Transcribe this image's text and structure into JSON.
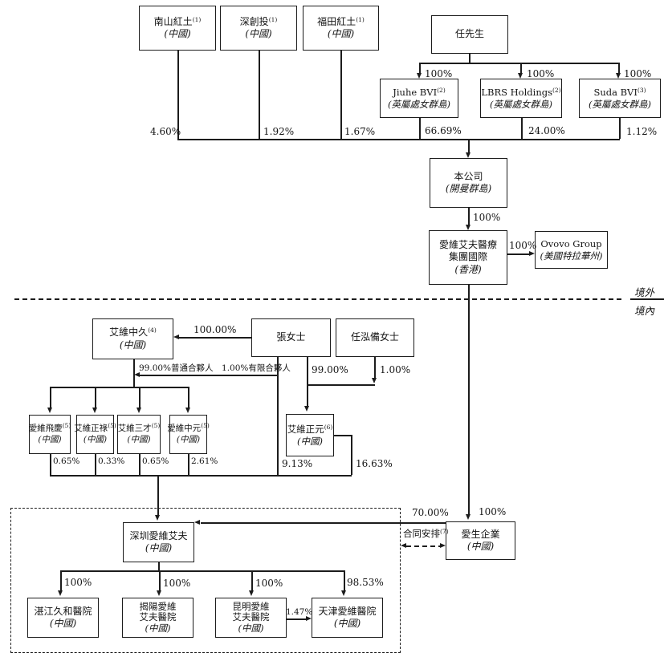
{
  "nodes": {
    "nanshan": {
      "line1": "南山紅土",
      "sup": "(1)",
      "place": "(中國)"
    },
    "scgt": {
      "line1": "深創投",
      "sup": "(1)",
      "place": "(中國)"
    },
    "futian": {
      "line1": "福田紅土",
      "sup": "(1)",
      "place": "(中國)"
    },
    "mr_ren": {
      "line1": "任先生"
    },
    "jiuhe": {
      "line1": "Jiuhe BVI",
      "sup": "(2)",
      "place": "(英屬處女群島)"
    },
    "lbrs": {
      "line1": "LBRS Holdings",
      "sup": "(2)",
      "place": "(英屬處女群島)"
    },
    "suda": {
      "line1": "Suda BVI",
      "sup": "(3)",
      "place": "(英屬處女群島)"
    },
    "company": {
      "line1": "本公司",
      "place": "(開曼群島)"
    },
    "hk_intl": {
      "line1": "愛維艾夫醫療",
      "line1b": "集團國際",
      "place": "(香港)"
    },
    "ovovo": {
      "line1": "Ovovo Group",
      "place": "(美國特拉華州)"
    },
    "zhongjiu": {
      "line1": "艾維中久",
      "sup": "(4)",
      "place": "(中國)"
    },
    "ms_zhang": {
      "line1": "張女士"
    },
    "ms_ren": {
      "line1": "任泓備女士"
    },
    "feiqing": {
      "line1": "愛維飛慶",
      "sup": "(5)",
      "place": "(中國)"
    },
    "zhenglu": {
      "line1": "艾維正祿",
      "sup": "(5)",
      "place": "(中國)"
    },
    "sancai": {
      "line1": "艾維三才",
      "sup": "(5)",
      "place": "(中國)"
    },
    "zhongyuan": {
      "line1": "愛維中元",
      "sup": "(5)",
      "place": "(中國)"
    },
    "zhengyuan": {
      "line1": "艾維正元",
      "sup": "(6)",
      "place": "(中國)"
    },
    "sz_ivf": {
      "line1": "深圳愛維艾夫",
      "place": "(中國)"
    },
    "aisheng": {
      "line1": "愛生企業",
      "place": "(中國)"
    },
    "zhanjiang": {
      "line1": "湛江久和醫院",
      "place": "(中國)"
    },
    "jieyang": {
      "line1": "揭陽愛維",
      "line1b": "艾夫醫院",
      "place": "(中國)"
    },
    "kunming": {
      "line1": "昆明愛維",
      "line1b": "艾夫醫院",
      "place": "(中國)"
    },
    "tianjin": {
      "line1": "天津愛維醫院",
      "place": "(中國)"
    }
  },
  "labels": {
    "pct_jiuhe_own": "100%",
    "pct_lbrs_own": "100%",
    "pct_suda_own": "100%",
    "pct_nanshan": "4.60%",
    "pct_scgt": "1.92%",
    "pct_futian": "1.67%",
    "pct_jiuhe": "66.69%",
    "pct_lbrs": "24.00%",
    "pct_suda": "1.12%",
    "pct_company_hk": "100%",
    "pct_hk_ovovo": "100%",
    "pct_hk_aisheng": "100%",
    "pct_zhang_zhongjiu": "100.00%",
    "gp_lp": "99.00%普通合夥人　1.00%有限合夥人",
    "pct_zhang_zhengyuan": "99.00%",
    "pct_renhb_zhengyuan": "1.00%",
    "pct_feiqing": "0.65%",
    "pct_zhenglu": "0.33%",
    "pct_sancai": "0.65%",
    "pct_zhongyuan": "2.61%",
    "pct_zhang_sz": "9.13%",
    "pct_zhengyuan_sz": "16.63%",
    "pct_aisheng_sz": "70.00%",
    "contract": "合同安排",
    "contract_sup": "(7)",
    "pct_zhanjiang": "100%",
    "pct_jieyang": "100%",
    "pct_kunming": "100%",
    "pct_tianjin": "98.53%",
    "pct_kunming_tianjin": "1.47%"
  },
  "regions": {
    "offshore": "境外",
    "onshore": "境內"
  }
}
